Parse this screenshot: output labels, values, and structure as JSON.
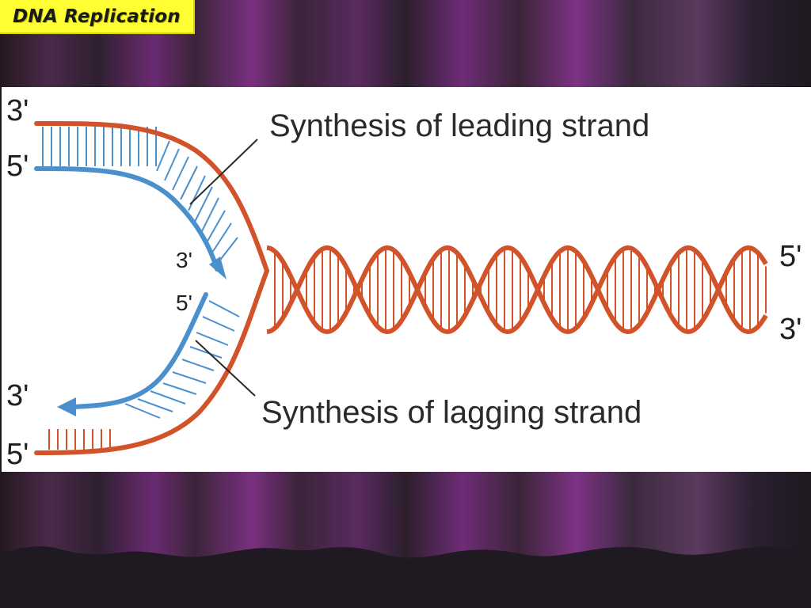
{
  "slide": {
    "title": "DNA Replication"
  },
  "diagram": {
    "leading_label": "Synthesis of leading strand",
    "lagging_label": "Synthesis of lagging strand",
    "ends": {
      "top_left_outer": "3'",
      "top_left_inner": "5'",
      "fork_top": "3'",
      "fork_bottom": "5'",
      "bottom_left_inner": "3'",
      "bottom_left_outer": "5'",
      "right_top": "5'",
      "right_bottom": "3'"
    },
    "colors": {
      "parent_strand": "#d2522a",
      "new_strand": "#4a90cc",
      "base_pairs": "#d2522a",
      "title_bg": "#ffff33"
    }
  }
}
